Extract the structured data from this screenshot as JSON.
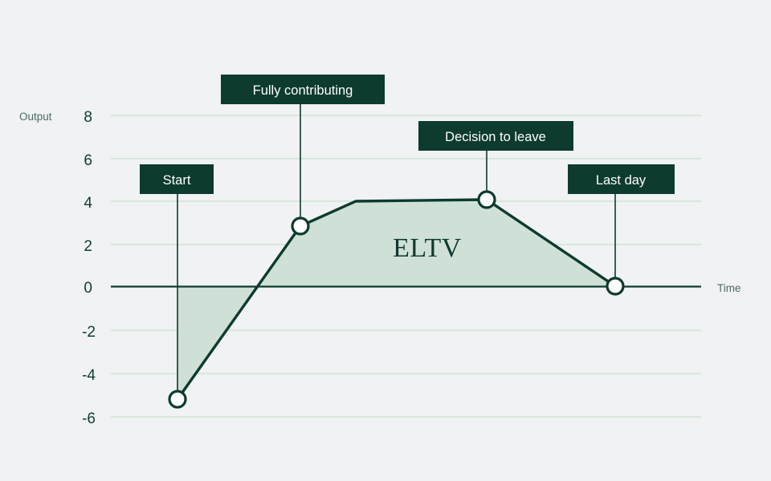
{
  "chart_data": {
    "type": "area",
    "title": "",
    "series_label": "ELTV",
    "xlabel": "Time",
    "ylabel": "Output",
    "ylim": [
      -6,
      8
    ],
    "xlim": [
      0,
      10
    ],
    "grid": true,
    "legend_position": "none",
    "yticks": [
      8,
      6,
      4,
      2,
      0,
      -2,
      -4,
      -6
    ],
    "ytick_labels": [
      "8",
      "6",
      "4",
      "2",
      "0",
      "-2",
      "-4",
      "-6"
    ],
    "xticks": [],
    "xtick_labels": [],
    "x": [
      1.12,
      3.21,
      4.15,
      6.37,
      8.55
    ],
    "values": [
      -5.2,
      2.9,
      4.0,
      4.0,
      0.0
    ],
    "points": [
      {
        "name": "start",
        "x": 1.12,
        "y": -5.2,
        "marker": true,
        "label": "Start"
      },
      {
        "name": "fully-contributing",
        "x": 3.21,
        "y": 2.9,
        "marker": true,
        "label": "Fully contributing"
      },
      {
        "name": "plateau-start",
        "x": 4.15,
        "y": 4.0,
        "marker": false,
        "label": ""
      },
      {
        "name": "decision-to-leave",
        "x": 6.37,
        "y": 4.0,
        "marker": true,
        "label": "Decision to leave"
      },
      {
        "name": "last-day",
        "x": 8.55,
        "y": 0.0,
        "marker": true,
        "label": "Last day"
      }
    ],
    "annotations": [
      {
        "id": "start",
        "label": "Start",
        "x": 1.12,
        "stem_top_y": 242,
        "stem_bottom_y": 498
      },
      {
        "id": "fully-contributing",
        "label": "Fully contributing",
        "x": 3.21,
        "stem_top_y": 130,
        "stem_bottom_y": 282
      },
      {
        "id": "decision-to-leave",
        "label": "Decision to leave",
        "x": 6.37,
        "stem_top_y": 187,
        "stem_bottom_y": 249
      },
      {
        "id": "last-day",
        "label": "Last day",
        "x": 8.55,
        "stem_top_y": 242,
        "stem_bottom_y": 357
      }
    ],
    "colors": {
      "background": "#f0f2f3",
      "area_fill": "#cfe0d6",
      "line": "#0d3b2e",
      "gridline": "#cfe3d7",
      "callout_bg": "#0d3b2e",
      "callout_text": "#ffffff",
      "tick_text": "#0f3d31",
      "axis_name_text": "#4b6a63"
    }
  },
  "labels": {
    "y_axis_name": "Output",
    "x_axis_name": "Time",
    "series_name": "ELTV",
    "tick_8": "8",
    "tick_6": "6",
    "tick_4": "4",
    "tick_2": "2",
    "tick_0": "0",
    "tick_m2": "-2",
    "tick_m4": "-4",
    "tick_m6": "-6",
    "callout_start": "Start",
    "callout_fully_contributing": "Fully contributing",
    "callout_decision_to_leave": "Decision to leave",
    "callout_last_day": "Last day"
  }
}
